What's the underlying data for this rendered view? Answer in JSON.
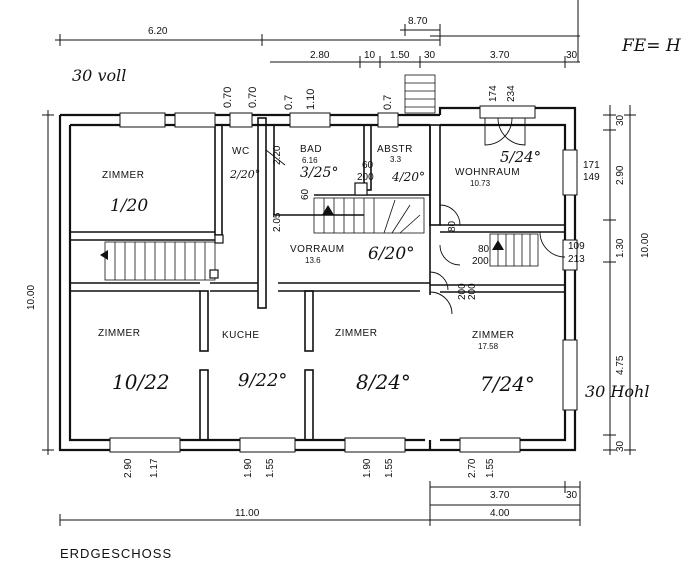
{
  "title": "ERDGESCHOSS",
  "rooms": {
    "zimmer_nw": {
      "name": "ZIMMER",
      "note": "1/20"
    },
    "wc": {
      "name": "WC",
      "note": "2/20°"
    },
    "bad": {
      "name": "BAD",
      "area": "6.16",
      "note": "3/25°"
    },
    "abstr": {
      "name": "ABSTR",
      "area": "3.3",
      "note": "4/20°"
    },
    "wohnraum": {
      "name": "WOHNRAUM",
      "area": "10.73",
      "note": "5/24°"
    },
    "vorraum": {
      "name": "VORRAUM",
      "area": "13.6",
      "note": "6/20°"
    },
    "zimmer_sw": {
      "name": "ZIMMER",
      "note": "10/22"
    },
    "kueche": {
      "name": "KUCHE",
      "note": "9/22°"
    },
    "zimmer_s": {
      "name": "ZIMMER",
      "note": "8/24°"
    },
    "zimmer_se": {
      "name": "ZIMMER",
      "area": "17.58",
      "note": "7/24°"
    }
  },
  "annotations": {
    "wall_nw": "30 voll",
    "wall_e": "30 Hohl",
    "fe": "FE= H"
  },
  "dimensions": {
    "top_overall": "6.20",
    "top_870": "8.70",
    "top_280": "2.80",
    "top_10": "10",
    "top_150": "1.50",
    "top_30a": "30",
    "top_370": "3.70",
    "top_30b": "30",
    "bottom_1100": "11.00",
    "bottom_400": "4.00",
    "bottom_370": "3.70",
    "bottom_30": "30",
    "left_1000": "10.00",
    "right_1000": "10.00",
    "right_290": "2.90",
    "right_130": "1.30",
    "right_475": "4.75",
    "right_30a": "30",
    "right_30b": "30",
    "win_174": "174",
    "win_234": "234",
    "win_171": "171",
    "win_149": "149",
    "win_109": "109",
    "win_213": "213",
    "door_60": "60",
    "door_200": "200",
    "door_80": "80",
    "door_200b": "200",
    "door_80b": "80",
    "door_200c": "200",
    "bad_60": "60",
    "bad_200": "200",
    "wall_220": "2.20",
    "wall_205": "2.05",
    "sill_070a": "0.70",
    "sill_070b": "0.70",
    "sill_07": "0.7",
    "sill_110": "1.10",
    "sill_07b": "0.7",
    "bot_290": "2.90",
    "bot_117": "1.17",
    "bot_190a": "1.90",
    "bot_155a": "1.55",
    "bot_190b": "1.90",
    "bot_155b": "1.55",
    "bot_270": "2.70",
    "bot_155c": "1.55"
  }
}
